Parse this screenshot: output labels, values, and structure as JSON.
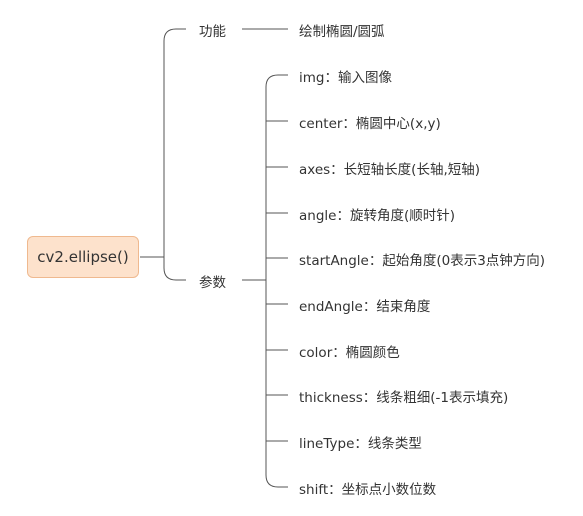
{
  "root": {
    "label": "cv2.ellipse()"
  },
  "branches": {
    "function": {
      "label": "功能",
      "children": [
        "绘制椭圆/圆弧"
      ]
    },
    "params": {
      "label": "参数",
      "children": [
        "img：输入图像",
        "center：椭圆中心(x,y)",
        "axes：长短轴长度(长轴,短轴)",
        "angle：旋转角度(顺时针)",
        "startAngle：起始角度(0表示3点钟方向)",
        "endAngle：结束角度",
        "color：椭圆颜色",
        "thickness：线条粗细(-1表示填充)",
        "lineType：线条类型",
        "shift：坐标点小数位数"
      ]
    }
  },
  "colors": {
    "line": "#555555",
    "root_fill": "#fde2cc",
    "root_border": "#efb98f"
  }
}
